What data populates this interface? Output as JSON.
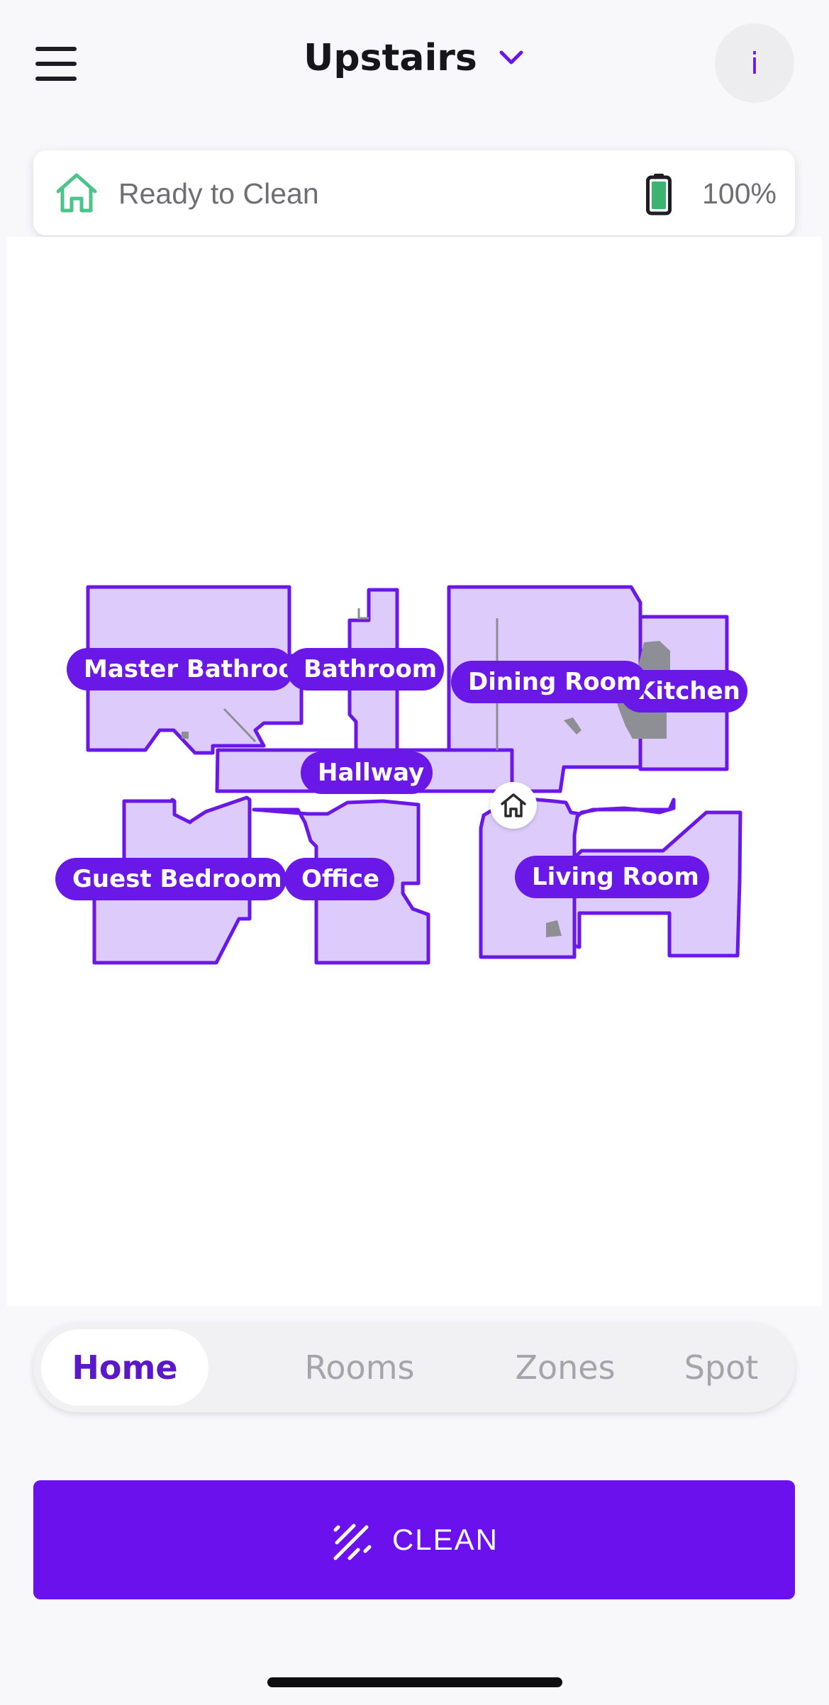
{
  "header": {
    "map_name": "Upstairs",
    "info_label": "i"
  },
  "status": {
    "text": "Ready to Clean",
    "battery": "100%"
  },
  "map": {
    "rooms": [
      {
        "name": "Master Bathroom"
      },
      {
        "name": "Bathroom"
      },
      {
        "name": "Dining Room"
      },
      {
        "name": "Kitchen"
      },
      {
        "name": "Hallway"
      },
      {
        "name": "Guest Bedroom"
      },
      {
        "name": "Office"
      },
      {
        "name": "Living Room"
      }
    ]
  },
  "mode_tabs": [
    {
      "label": "Home",
      "active": true
    },
    {
      "label": "Rooms",
      "active": false
    },
    {
      "label": "Zones",
      "active": false
    },
    {
      "label": "Spot",
      "active": false
    }
  ],
  "clean_button": {
    "label": "CLEAN"
  },
  "colors": {
    "accent": "#6A18E8",
    "room_fill": "#DDCCFB",
    "room_outline": "#6A18E8",
    "home_icon": "#4CC38A",
    "battery": "#3CB371"
  }
}
